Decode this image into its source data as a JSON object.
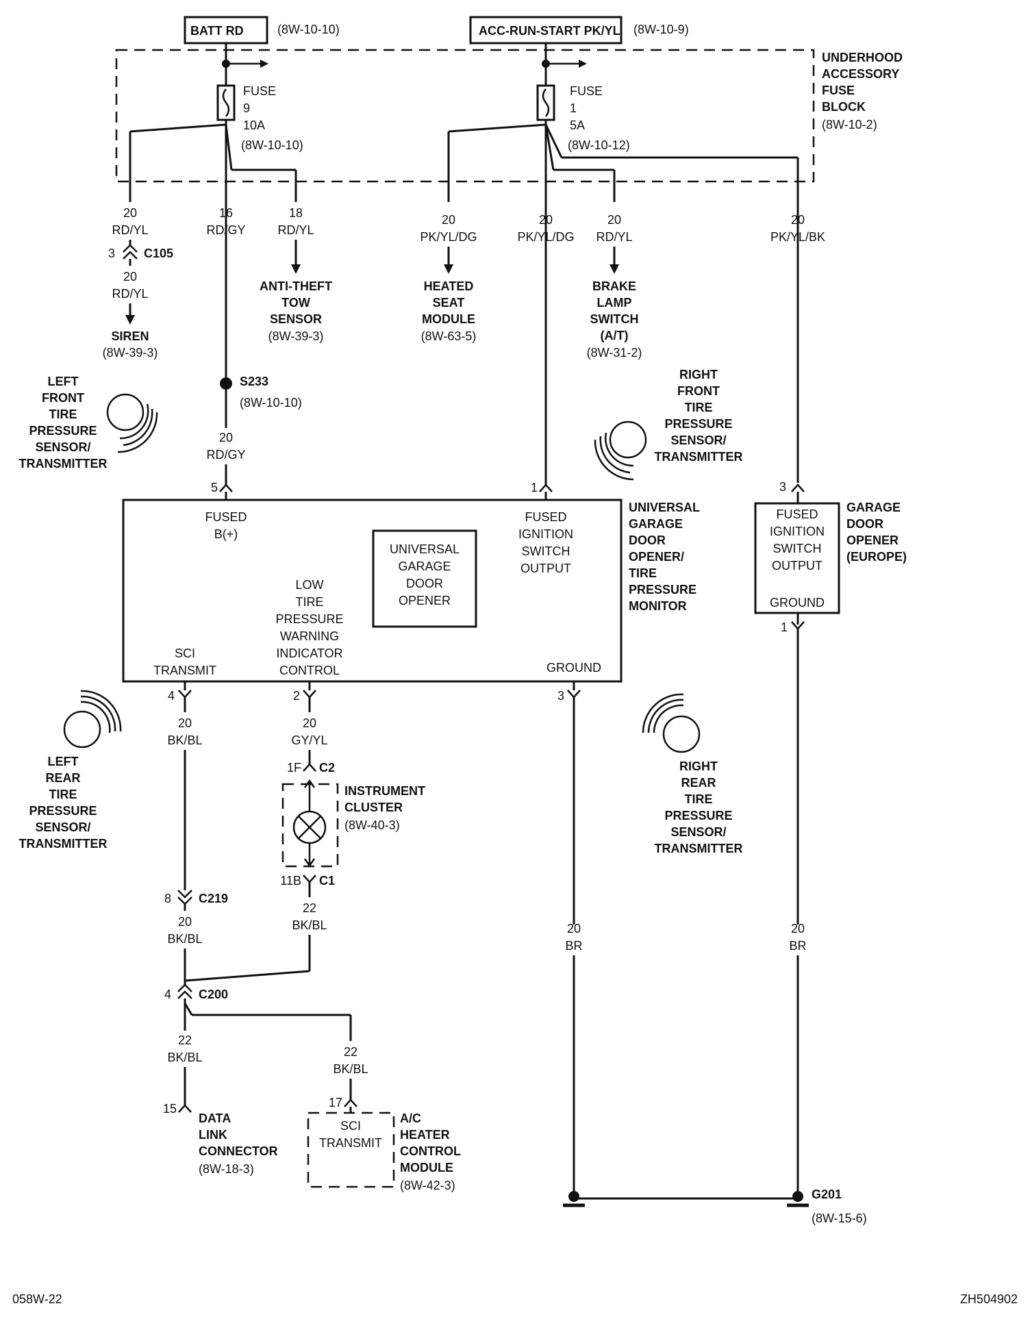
{
  "sources": {
    "batt": {
      "label": "BATT RD",
      "ref": "(8W-10-10)"
    },
    "acc": {
      "label": "ACC-RUN-START PK/YL",
      "ref": "(8W-10-9)"
    }
  },
  "fuse_block": {
    "lines": [
      "UNDERHOOD",
      "ACCESSORY",
      "FUSE",
      "BLOCK"
    ],
    "ref": "(8W-10-2)"
  },
  "fuse9": {
    "lines": [
      "FUSE",
      "9",
      "10A"
    ],
    "ref": "(8W-10-10)"
  },
  "fuse1": {
    "lines": [
      "FUSE",
      "1",
      "5A"
    ],
    "ref": "(8W-10-12)"
  },
  "wires": {
    "w_rdyl_top": [
      "20",
      "RD/YL"
    ],
    "w_rdyl_bot": [
      "20",
      "RD/YL"
    ],
    "w_rdgy": [
      "16",
      "RD/GY"
    ],
    "w_rdyl18": [
      "18",
      "RD/YL"
    ],
    "w_pkyldg1": [
      "20",
      "PK/YL/DG"
    ],
    "w_pkyldg2": [
      "20",
      "PK/YL/DG"
    ],
    "w_rdyl_brake": [
      "20",
      "RD/YL"
    ],
    "w_pkylbk": [
      "20",
      "PK/YL/BK"
    ],
    "w_rdgy2": [
      "20",
      "RD/GY"
    ],
    "w_bkbl_sci": [
      "20",
      "BK/BL"
    ],
    "w_gyyl": [
      "20",
      "GY/YL"
    ],
    "w_bkbl_c1": [
      "22",
      "BK/BL"
    ],
    "w_bkbl_c219": [
      "20",
      "BK/BL"
    ],
    "w_bkbl_dlc": [
      "22",
      "BK/BL"
    ],
    "w_bkbl_hvac": [
      "22",
      "BK/BL"
    ],
    "w_br1": [
      "20",
      "BR"
    ],
    "w_br2": [
      "20",
      "BR"
    ]
  },
  "connectors": {
    "c105": {
      "pin": "3",
      "name": "C105"
    },
    "c219": {
      "pin": "8",
      "name": "C219"
    },
    "c200": {
      "pin": "4",
      "name": "C200"
    },
    "c2": {
      "pin": "1F",
      "name": "C2"
    },
    "c1": {
      "pin": "11B",
      "name": "C1"
    }
  },
  "splice": {
    "name": "S233",
    "ref": "(8W-10-10)"
  },
  "ground": {
    "name": "G201",
    "ref": "(8W-15-6)"
  },
  "loads": {
    "siren": {
      "lines": [
        "SIREN"
      ],
      "ref": "(8W-39-3)"
    },
    "antitheft": {
      "lines": [
        "ANTI-THEFT",
        "TOW",
        "SENSOR"
      ],
      "ref": "(8W-39-3)"
    },
    "heated_seat": {
      "lines": [
        "HEATED",
        "SEAT",
        "MODULE"
      ],
      "ref": "(8W-63-5)"
    },
    "brake": {
      "lines": [
        "BRAKE",
        "LAMP",
        "SWITCH",
        "(A/T)"
      ],
      "ref": "(8W-31-2)"
    }
  },
  "sensors": {
    "lf": [
      "LEFT",
      "FRONT",
      "TIRE",
      "PRESSURE",
      "SENSOR/",
      "TRANSMITTER"
    ],
    "rf": [
      "RIGHT",
      "FRONT",
      "TIRE",
      "PRESSURE",
      "SENSOR/",
      "TRANSMITTER"
    ],
    "lr": [
      "LEFT",
      "REAR",
      "TIRE",
      "PRESSURE",
      "SENSOR/",
      "TRANSMITTER"
    ],
    "rr": [
      "RIGHT",
      "REAR",
      "TIRE",
      "PRESSURE",
      "SENSOR/",
      "TRANSMITTER"
    ]
  },
  "module": {
    "title": [
      "UNIVERSAL",
      "GARAGE",
      "DOOR",
      "OPENER/",
      "TIRE",
      "PRESSURE",
      "MONITOR"
    ],
    "inner": [
      "UNIVERSAL",
      "GARAGE",
      "DOOR",
      "OPENER"
    ],
    "pin5": "5",
    "pin1": "1",
    "pin4": "4",
    "pin2": "2",
    "pin3": "3",
    "fused_b": [
      "FUSED",
      "B(+)"
    ],
    "fused_ign": [
      "FUSED",
      "IGNITION",
      "SWITCH",
      "OUTPUT"
    ],
    "low_tire": [
      "LOW",
      "TIRE",
      "PRESSURE",
      "WARNING",
      "INDICATOR",
      "CONTROL"
    ],
    "sci": [
      "SCI",
      "TRANSMIT"
    ],
    "ground": "GROUND"
  },
  "europe": {
    "title": [
      "GARAGE",
      "DOOR",
      "OPENER",
      "(EUROPE)"
    ],
    "inner": [
      "FUSED",
      "IGNITION",
      "SWITCH",
      "OUTPUT"
    ],
    "ground": "GROUND",
    "pin3": "3",
    "pin1": "1"
  },
  "cluster": {
    "lines": [
      "INSTRUMENT",
      "CLUSTER"
    ],
    "ref": "(8W-40-3)"
  },
  "dlc": {
    "pin": "15",
    "lines": [
      "DATA",
      "LINK",
      "CONNECTOR"
    ],
    "ref": "(8W-18-3)"
  },
  "hvac": {
    "pin": "17",
    "inner": [
      "SCI",
      "TRANSMIT"
    ],
    "lines": [
      "A/C",
      "HEATER",
      "CONTROL",
      "MODULE"
    ],
    "ref": "(8W-42-3)"
  },
  "footer": {
    "left": "058W-22",
    "right": "ZH504902"
  }
}
